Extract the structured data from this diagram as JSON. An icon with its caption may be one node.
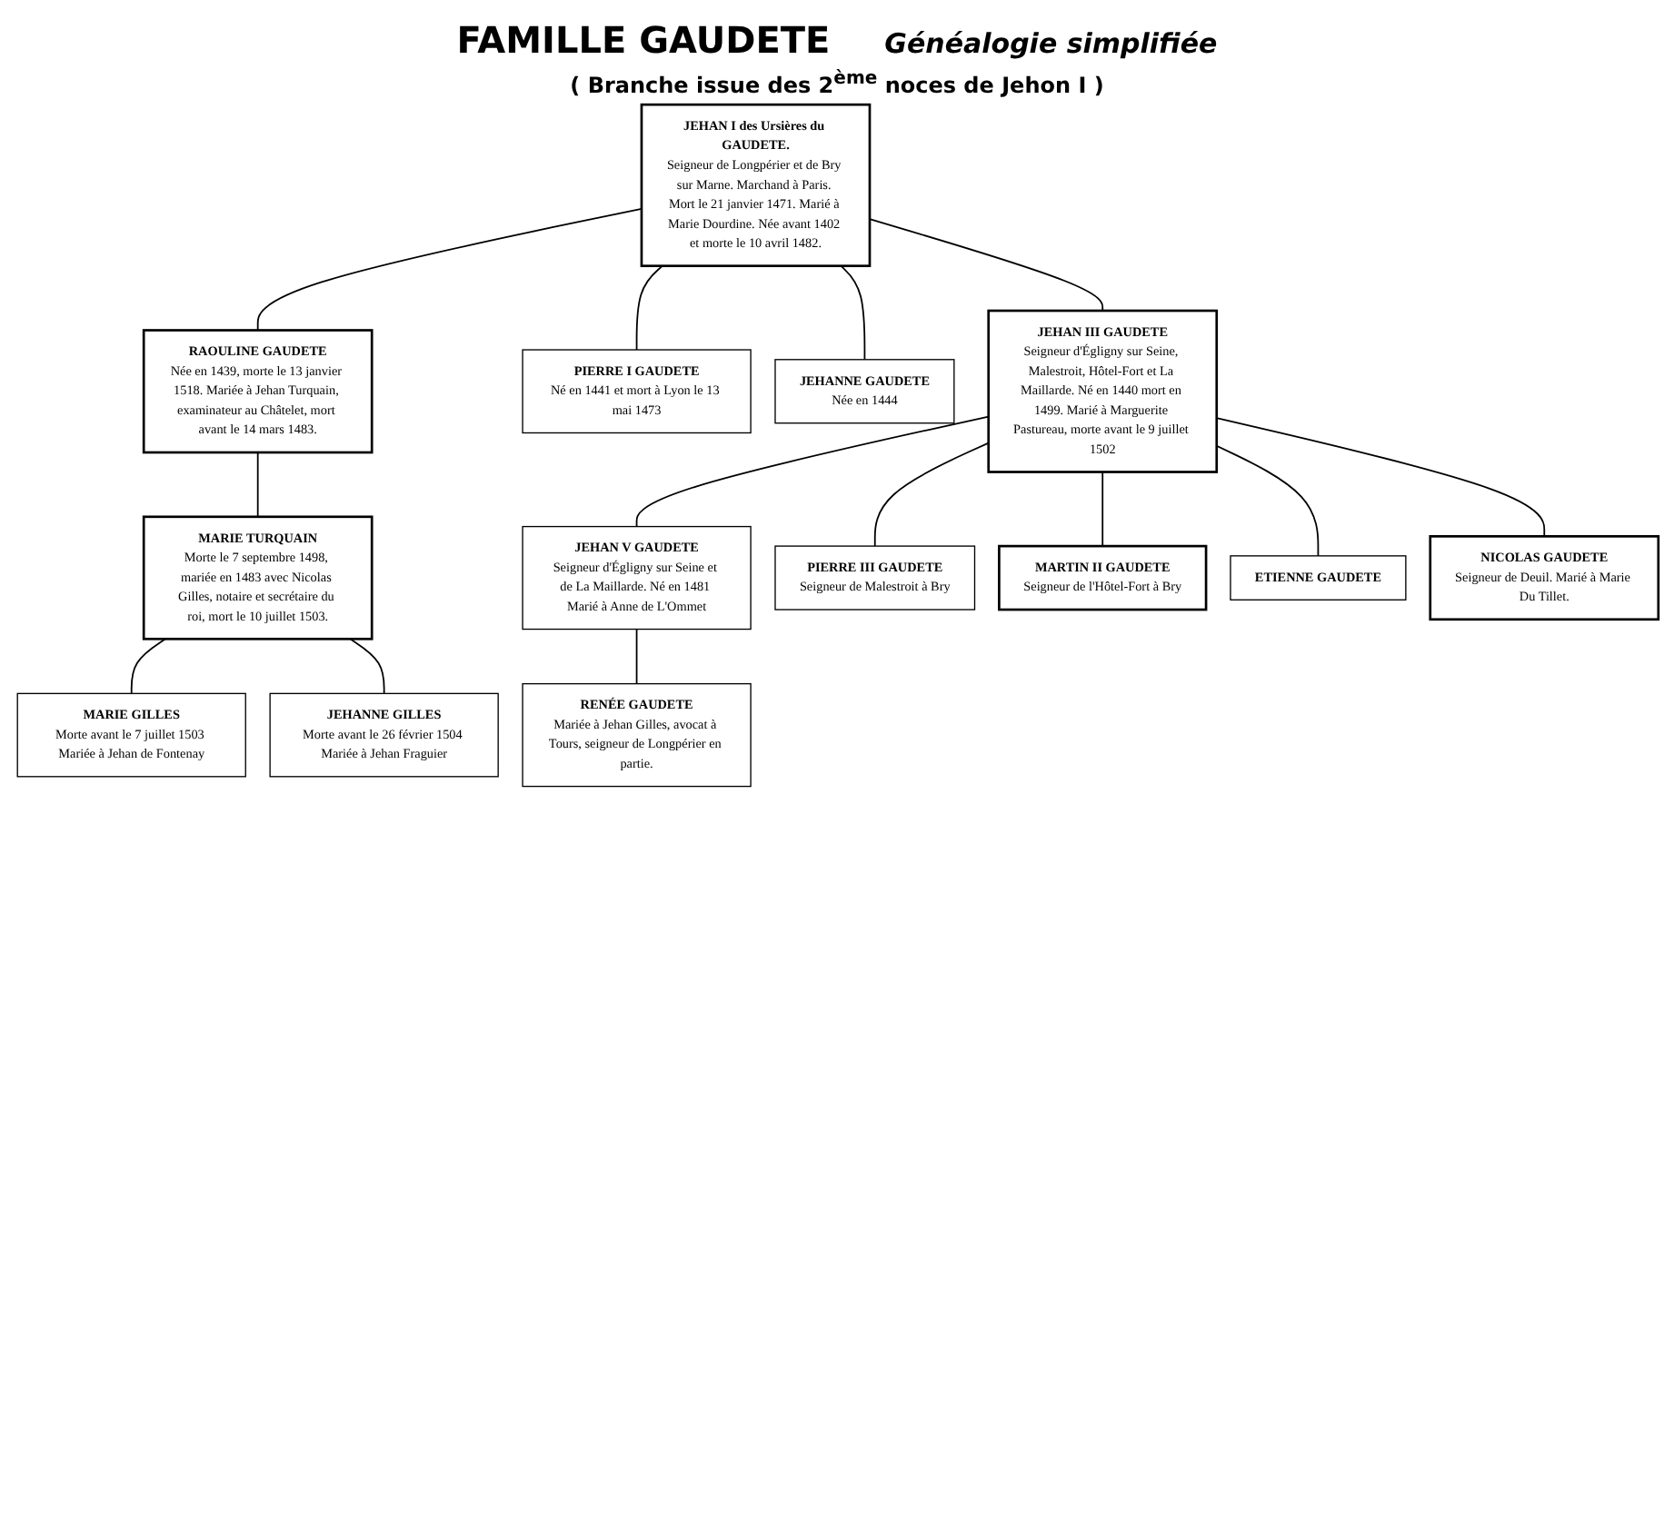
{
  "diagram": {
    "title": "FAMILLE GAUDETE",
    "nodes": [
      {
        "text": [
          "JEHAN I des Ursières du GAUDETE.",
          "Seigneur de Longpérier et de Bry sur Marne. Marchand à Paris. Mort le 21 janvier 1471. Marié à Marie Dourdine. Née avant 1402 et morte le 10 avril 1482."
        ]
      },
      {
        "text": [
          "RAOULINE GAUDETE",
          "Née en 1439, morte le 13 janvier 1518. Mariée à Jehan Turquain, examinateur au Châtelet, mort avant le 14 mars 1483."
        ]
      },
      {
        "text": [
          "JEHAN III GAUDETE",
          "Seigneur d'Égligny sur Seine, Malestroit, Hôtel-Fort et La Maillarde. Né en 1440 mort en 1499. Marié à Marguerite Pastureau, morte avant le 9 juillet 1502"
        ]
      },
      {
        "text": [
          "PIERRE I GAUDETE",
          "Né en 1441 et mort à Lyon le 13 mai 1473"
        ]
      },
      {
        "text": [
          "JEHANNE GAUDETE",
          "Née en 1444"
        ]
      },
      {
        "text": [
          "MARIE TURQUAIN",
          "Morte le 7 septembre 1498, mariée en 1483 avec Nicolas Gilles, notaire et secrétaire du roi, mort le 10 juillet 1503."
        ]
      },
      {
        "text": [
          "MARIE GILLES",
          "Morte avant le 7 juillet 1503 Mariée à Jehan de Fontenay"
        ]
      },
      {
        "text": [
          "JEHANNE GILLES",
          "Morte avant le 26 février 1504 Mariée à Jehan Fraguier"
        ]
      },
      {
        "text": [
          "JEHAN V GAUDETE",
          "Seigneur d'Égligny sur Seine et de La Maillarde. Né en 1481 Marié à Anne de L'Ommet"
        ]
      },
      {
        "text": [
          "PIERRE III GAUDETE",
          "Seigneur de Malestroit à Bry"
        ]
      },
      {
        "text": [
          "MARTIN II GAUDETE",
          "Seigneur de l'Hôtel-Fort à Bry"
        ]
      },
      {
        "text": [
          "ETIENNE GAUDETE"
        ]
      },
      {
        "text": [
          "NICOLAS GAUDETE",
          "Seigneur de Deuil. Marié à Marie Du Tillet."
        ]
      },
      {
        "text": [
          "RENÉE GAUDETE",
          "Mariée à Jehan Gilles, avocat à Tours, seigneur de Longpérier en partie."
        ]
      }
    ],
    "edges": [
      {
        "from": 0,
        "to": 1,
        "arrow": "none"
      },
      {
        "from": 0,
        "to": 2,
        "arrow": "none"
      },
      {
        "from": 0,
        "to": 3,
        "arrow": "none"
      },
      {
        "from": 0,
        "to": 4,
        "arrow": "none"
      },
      {
        "from": 1,
        "to": 5,
        "arrow": "none"
      },
      {
        "from": 5,
        "to": 6,
        "arrow": "none"
      },
      {
        "from": 5,
        "to": 7,
        "arrow": "none"
      },
      {
        "from": 2,
        "to": 8,
        "arrow": "none"
      },
      {
        "from": 2,
        "to": 9,
        "arrow": "none"
      },
      {
        "from": 2,
        "to": 10,
        "arrow": "none"
      },
      {
        "from": 2,
        "to": 11,
        "arrow": "none"
      },
      {
        "from": 2,
        "to": 12,
        "arrow": "none"
      },
      {
        "from": 8,
        "to": 13,
        "arrow": "none"
      }
    ],
    "labels": [
      "Généalogie simplifiée",
      "( Branche issue des 2$^{ème}$ noces de Jehon I )"
    ]
  }
}
